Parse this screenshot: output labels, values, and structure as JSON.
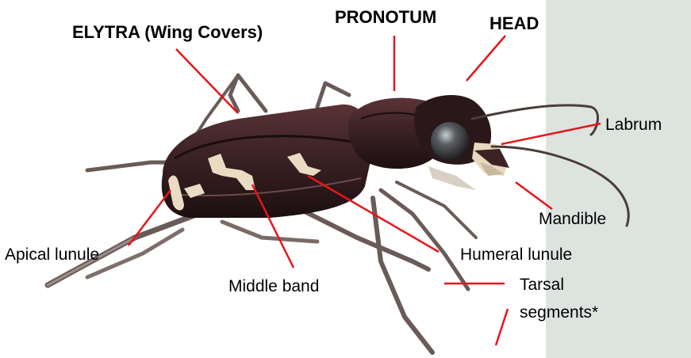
{
  "labels": {
    "elytra": "ELYTRA (Wing Covers)",
    "pronotum": "PRONOTUM",
    "head": "HEAD",
    "labrum": "Labrum",
    "mandible": "Mandible",
    "humeral_lunule": "Humeral lunule",
    "apical_lunule": "Apical lunule",
    "middle_band": "Middle band",
    "tarsal_line1": "Tarsal",
    "tarsal_line2": "segments*"
  },
  "colors": {
    "leader_line": "#e8141b",
    "panel": "#dde4e0",
    "beetle_body": "#3b2224",
    "beetle_dark": "#1e1012",
    "marking": "#e9dcc2",
    "leg": "#5a4a48"
  },
  "image": {
    "subject": "tiger-beetle-photo"
  }
}
